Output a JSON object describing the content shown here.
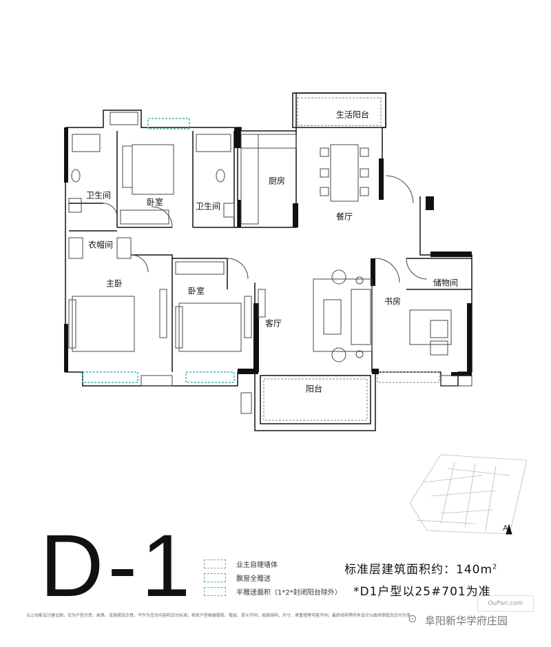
{
  "rooms": {
    "balcony_service": "生活阳台",
    "bathroom_left": "卫生间",
    "bedroom_top": "卧室",
    "bathroom_mid": "卫生间",
    "kitchen": "厨房",
    "dining": "餐厅",
    "closet": "衣帽间",
    "master_bedroom": "主卧",
    "bedroom_second": "卧室",
    "living": "客厅",
    "storage": "储物间",
    "study": "书房",
    "balcony": "阳台"
  },
  "unit_label": "D-1",
  "legend": [
    {
      "text": "业主自理墙体",
      "color": "#9a9a9a"
    },
    {
      "text": "飘窗全赠送",
      "color": "#3fb8b0"
    },
    {
      "text": "半赠送面积（1*2*封闭阳台除外）",
      "color": "#9a9a9a"
    }
  ],
  "area_text": "标准层建筑面积约：140m",
  "area_sup": "2",
  "note_text": "*D1户型以25#701为准",
  "disclaimer": "以上功能设计建议图，仅为户型示意，家具、设施摆设示意，不作为交付内容和交付标准；相关户型根据楼栋、楼层、单元不同，局部结构、尺寸、承重墙等可能不同；最终结构等所有设计以政府审批及交付为准",
  "watermark": "阜阳新华学府庄园",
  "watermark_logo": "OuPan.com",
  "north_label": "A"
}
